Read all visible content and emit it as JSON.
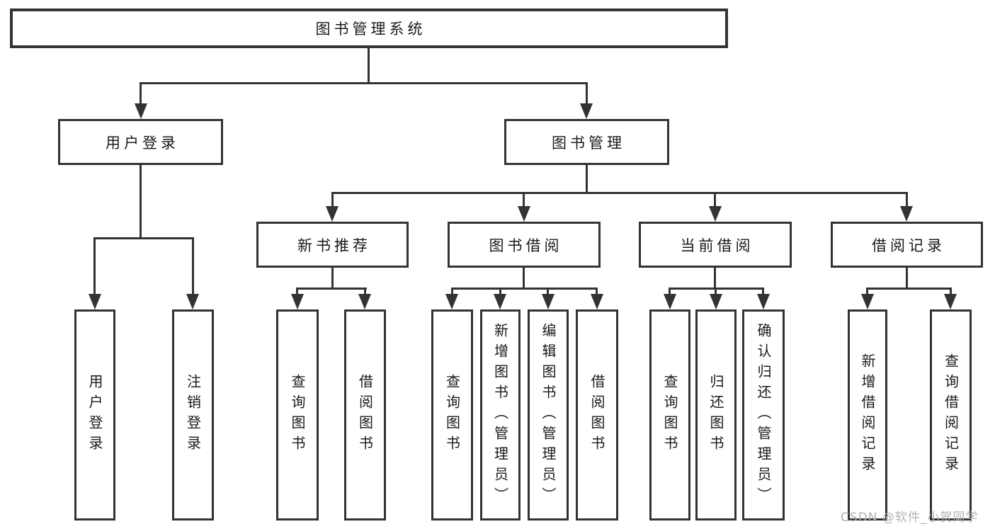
{
  "nodes": {
    "root": "图书管理系统",
    "level2": [
      "用户登录",
      "图书管理"
    ],
    "level3": [
      "新书推荐",
      "图书借阅",
      "当前借阅",
      "借阅记录"
    ],
    "leaves": [
      "用户登录",
      "注销登录",
      "查询图书",
      "借阅图书",
      "查询图书",
      "新增图书（管理员）",
      "编辑图书（管理员）",
      "借阅图书",
      "查询图书",
      "归还图书",
      "确认归还（管理员）",
      "新增借阅记录",
      "查询借阅记录"
    ]
  },
  "watermark": "CSDN @软件_小贺同学",
  "colors": {
    "line": "#333333",
    "text": "#1a1a1a",
    "background": "#ffffff",
    "watermark": "#b2b2b2"
  }
}
